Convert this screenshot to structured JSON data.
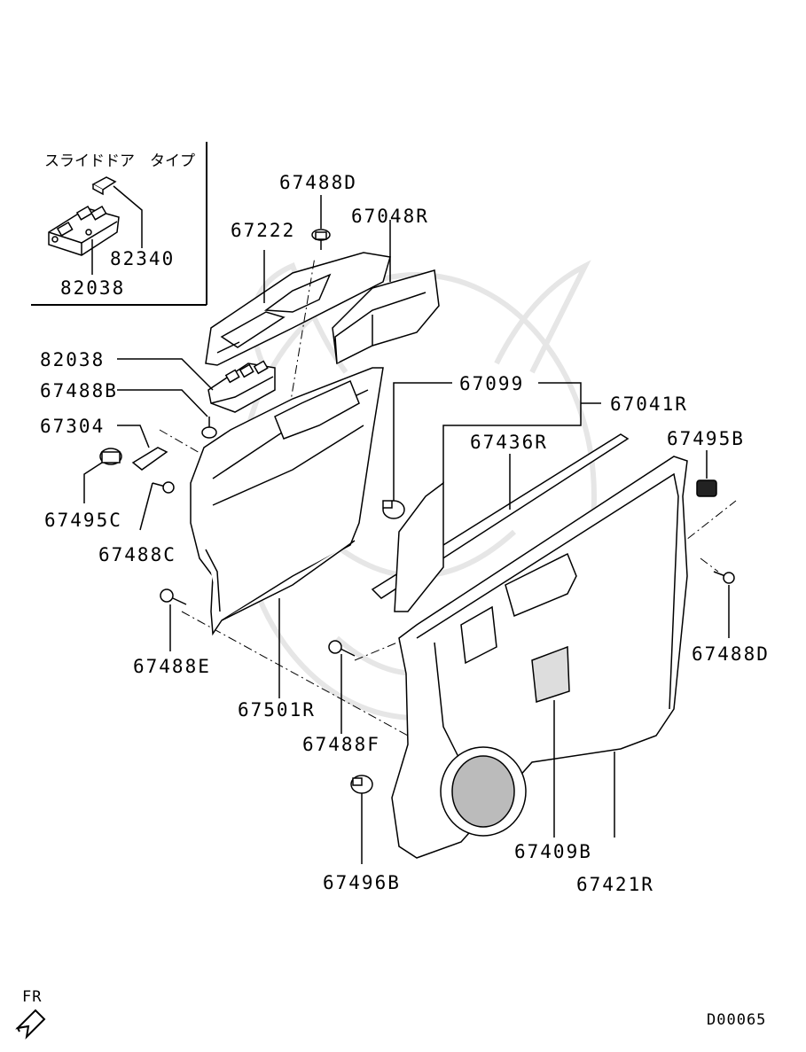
{
  "variant_box": {
    "title": "スライドドア　タイプ",
    "parts": [
      "82340",
      "82038"
    ]
  },
  "parts": [
    {
      "id": "p-67488D-top",
      "code": "67488D"
    },
    {
      "id": "p-67222",
      "code": "67222"
    },
    {
      "id": "p-67048R",
      "code": "67048R"
    },
    {
      "id": "p-82038",
      "code": "82038"
    },
    {
      "id": "p-67488B",
      "code": "67488B"
    },
    {
      "id": "p-67304",
      "code": "67304"
    },
    {
      "id": "p-67495C",
      "code": "67495C"
    },
    {
      "id": "p-67488C",
      "code": "67488C"
    },
    {
      "id": "p-67099",
      "code": "67099"
    },
    {
      "id": "p-67041R",
      "code": "67041R"
    },
    {
      "id": "p-67436R",
      "code": "67436R"
    },
    {
      "id": "p-67495B",
      "code": "67495B"
    },
    {
      "id": "p-67488D-right",
      "code": "67488D"
    },
    {
      "id": "p-67488E",
      "code": "67488E"
    },
    {
      "id": "p-67501R",
      "code": "67501R"
    },
    {
      "id": "p-67488F",
      "code": "67488F"
    },
    {
      "id": "p-67496B",
      "code": "67496B"
    },
    {
      "id": "p-67409B",
      "code": "67409B"
    },
    {
      "id": "p-67421R",
      "code": "67421R"
    }
  ],
  "orientation": {
    "label": "FR"
  },
  "diagram_code": "D00065"
}
